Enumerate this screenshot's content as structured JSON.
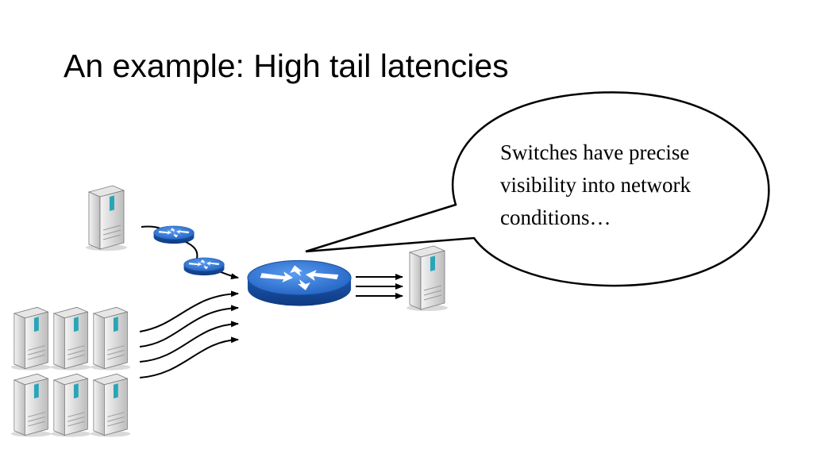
{
  "slide": {
    "title": "An example: High tail latencies",
    "callout": {
      "lines": [
        "Switches have precise",
        "visibility into network",
        "conditions…"
      ]
    }
  },
  "icons": {
    "server": "server-tower-icon",
    "router": "router-switch-icon",
    "arrow": "arrow-right-icon"
  },
  "colors": {
    "router_blue": "#2a6fd1",
    "server_gray": "#c8c8c8",
    "line": "#000000"
  }
}
